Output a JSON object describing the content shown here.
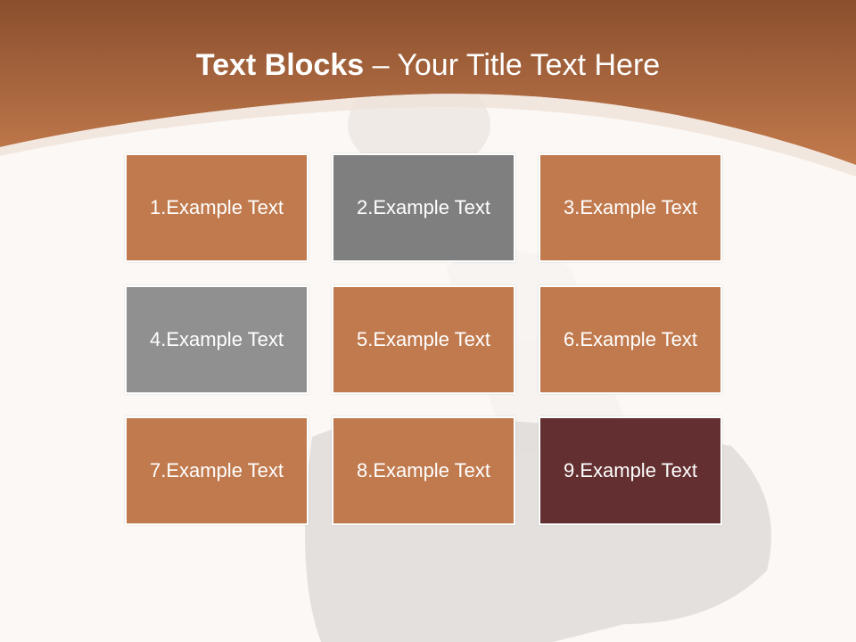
{
  "title": {
    "bold": "Text Blocks",
    "separator": " – ",
    "rest": "Your Title Text Here"
  },
  "colors": {
    "header": "#b56a3f",
    "block_orange": "#c07a4d",
    "block_gray_dark": "#7f7f7f",
    "block_gray_light": "#909090",
    "block_maroon": "#632f30",
    "background": "#fcf8f5"
  },
  "blocks": [
    {
      "label": "1.Example Text",
      "color": "#c07a4d"
    },
    {
      "label": "2.Example Text",
      "color": "#7f7f7f"
    },
    {
      "label": "3.Example Text",
      "color": "#c07a4d"
    },
    {
      "label": "4.Example Text",
      "color": "#909090"
    },
    {
      "label": "5.Example Text",
      "color": "#c07a4d"
    },
    {
      "label": "6.Example Text",
      "color": "#c07a4d"
    },
    {
      "label": "7.Example Text",
      "color": "#c07a4d"
    },
    {
      "label": "8.Example Text",
      "color": "#c07a4d"
    },
    {
      "label": "9.Example Text",
      "color": "#632f30"
    }
  ]
}
